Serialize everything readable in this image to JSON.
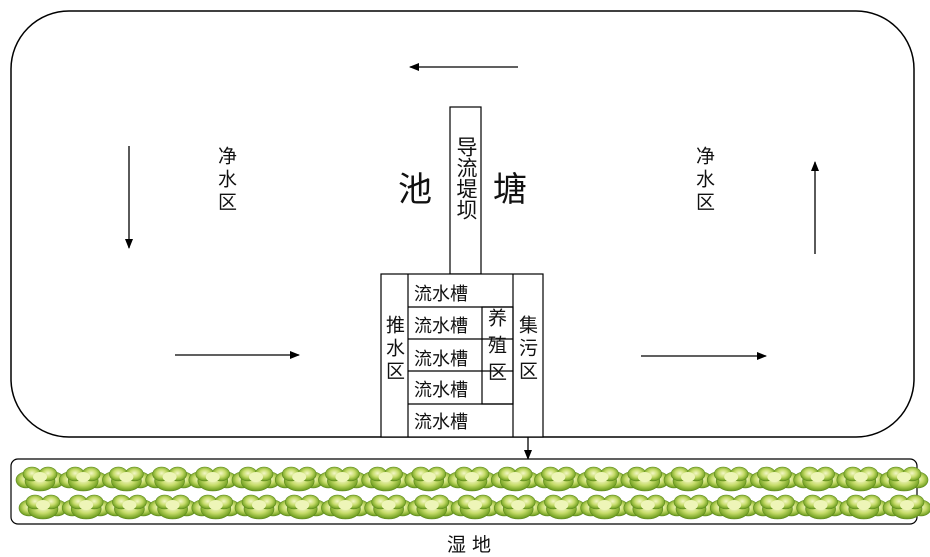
{
  "diagram": {
    "pond_label_left": "池",
    "pond_label_right": "塘",
    "dam_label": "导流堤坝",
    "clean_zone_left": "净水区",
    "clean_zone_right": "净水区",
    "push_zone": "推水区",
    "culture_zone": "养殖区",
    "sewage_zone": "集污区",
    "channels": [
      "流水槽",
      "流水槽",
      "流水槽",
      "流水槽",
      "流水槽"
    ],
    "wetland_label": "湿 地"
  }
}
